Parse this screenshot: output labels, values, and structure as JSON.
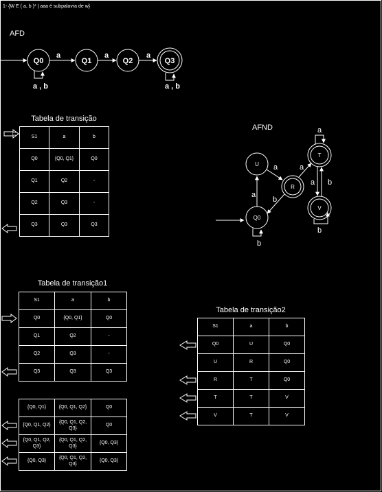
{
  "heading": "1- {W E ( a, b )* | aaa é subpalavra de w}",
  "afd": {
    "title": "AFD",
    "states": [
      "Q0",
      "Q1",
      "Q2",
      "Q3"
    ],
    "edges": [
      "a",
      "a",
      "a"
    ],
    "loop_q0": "a , b",
    "loop_q3": "a , b"
  },
  "afnd": {
    "title": "AFND",
    "states": {
      "q0": "Q0",
      "u": "U",
      "r": "R",
      "t": "T",
      "v": "V"
    },
    "edges": {
      "q0_u": "a",
      "u_r": "a",
      "r_t": "a",
      "r_q0": "b",
      "t_v": "a",
      "v_t": "b",
      "t_loop": "a",
      "v_loop": "b",
      "q0_loop": "b"
    }
  },
  "table1": {
    "title": "Tabela de transição",
    "rows": [
      [
        "S1",
        "a",
        "b"
      ],
      [
        "Q0",
        "{Q0, Q1}",
        "Q0"
      ],
      [
        "Q1",
        "Q2",
        "-"
      ],
      [
        "Q2",
        "Q3",
        "-"
      ],
      [
        "Q3",
        "Q3",
        "Q3"
      ]
    ]
  },
  "table2": {
    "title": "Tabela de transição1",
    "rows": [
      [
        "S1",
        "a",
        "b"
      ],
      [
        "Q0",
        "{Q0, Q1}",
        "Q0"
      ],
      [
        "Q1",
        "Q2",
        "-"
      ],
      [
        "Q2",
        "Q3",
        "-"
      ],
      [
        "Q3",
        "Q3",
        "Q3"
      ]
    ]
  },
  "table3": {
    "rows": [
      [
        "{Q0, Q1}",
        "{Q0, Q1, Q2}",
        "Q0"
      ],
      [
        "{Q0, Q1, Q2}",
        "{Q0, Q1, Q2, Q3}",
        "Q0"
      ],
      [
        "{Q0, Q1, Q2, Q3}",
        "{Q0, Q1, Q2, Q3}",
        "{Q0, Q3}"
      ],
      [
        "{Q0, Q3}",
        "{Q0, Q1, Q2, Q3}",
        "{Q0, Q3}"
      ]
    ]
  },
  "table4": {
    "title": "Tabela de transição2",
    "rows": [
      [
        "S1",
        "a",
        "b"
      ],
      [
        "Q0",
        "U",
        "Q0"
      ],
      [
        "U",
        "R",
        "Q0"
      ],
      [
        "R",
        "T",
        "Q0"
      ],
      [
        "T",
        "T",
        "V"
      ],
      [
        "V",
        "T",
        "V"
      ]
    ]
  }
}
